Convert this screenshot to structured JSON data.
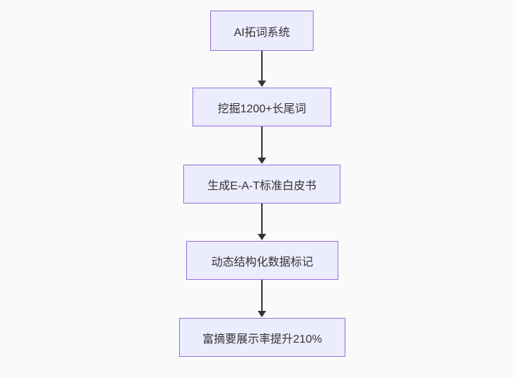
{
  "flowchart": {
    "type": "flowchart",
    "direction": "top-down",
    "colors": {
      "background": "#fafafa",
      "node_fill": "#ececff",
      "node_border": "#9370db",
      "node_text": "#333333",
      "edge": "#333333"
    },
    "nodes": [
      {
        "id": "A",
        "label": "AI拓词系统"
      },
      {
        "id": "B",
        "label": "挖掘1200+长尾词"
      },
      {
        "id": "C",
        "label": "生成E-A-T标准白皮书"
      },
      {
        "id": "D",
        "label": "动态结构化数据标记"
      },
      {
        "id": "E",
        "label": "富摘要展示率提升210%"
      }
    ],
    "edges": [
      {
        "from": "A",
        "to": "B"
      },
      {
        "from": "B",
        "to": "C"
      },
      {
        "from": "C",
        "to": "D"
      },
      {
        "from": "D",
        "to": "E"
      }
    ]
  }
}
